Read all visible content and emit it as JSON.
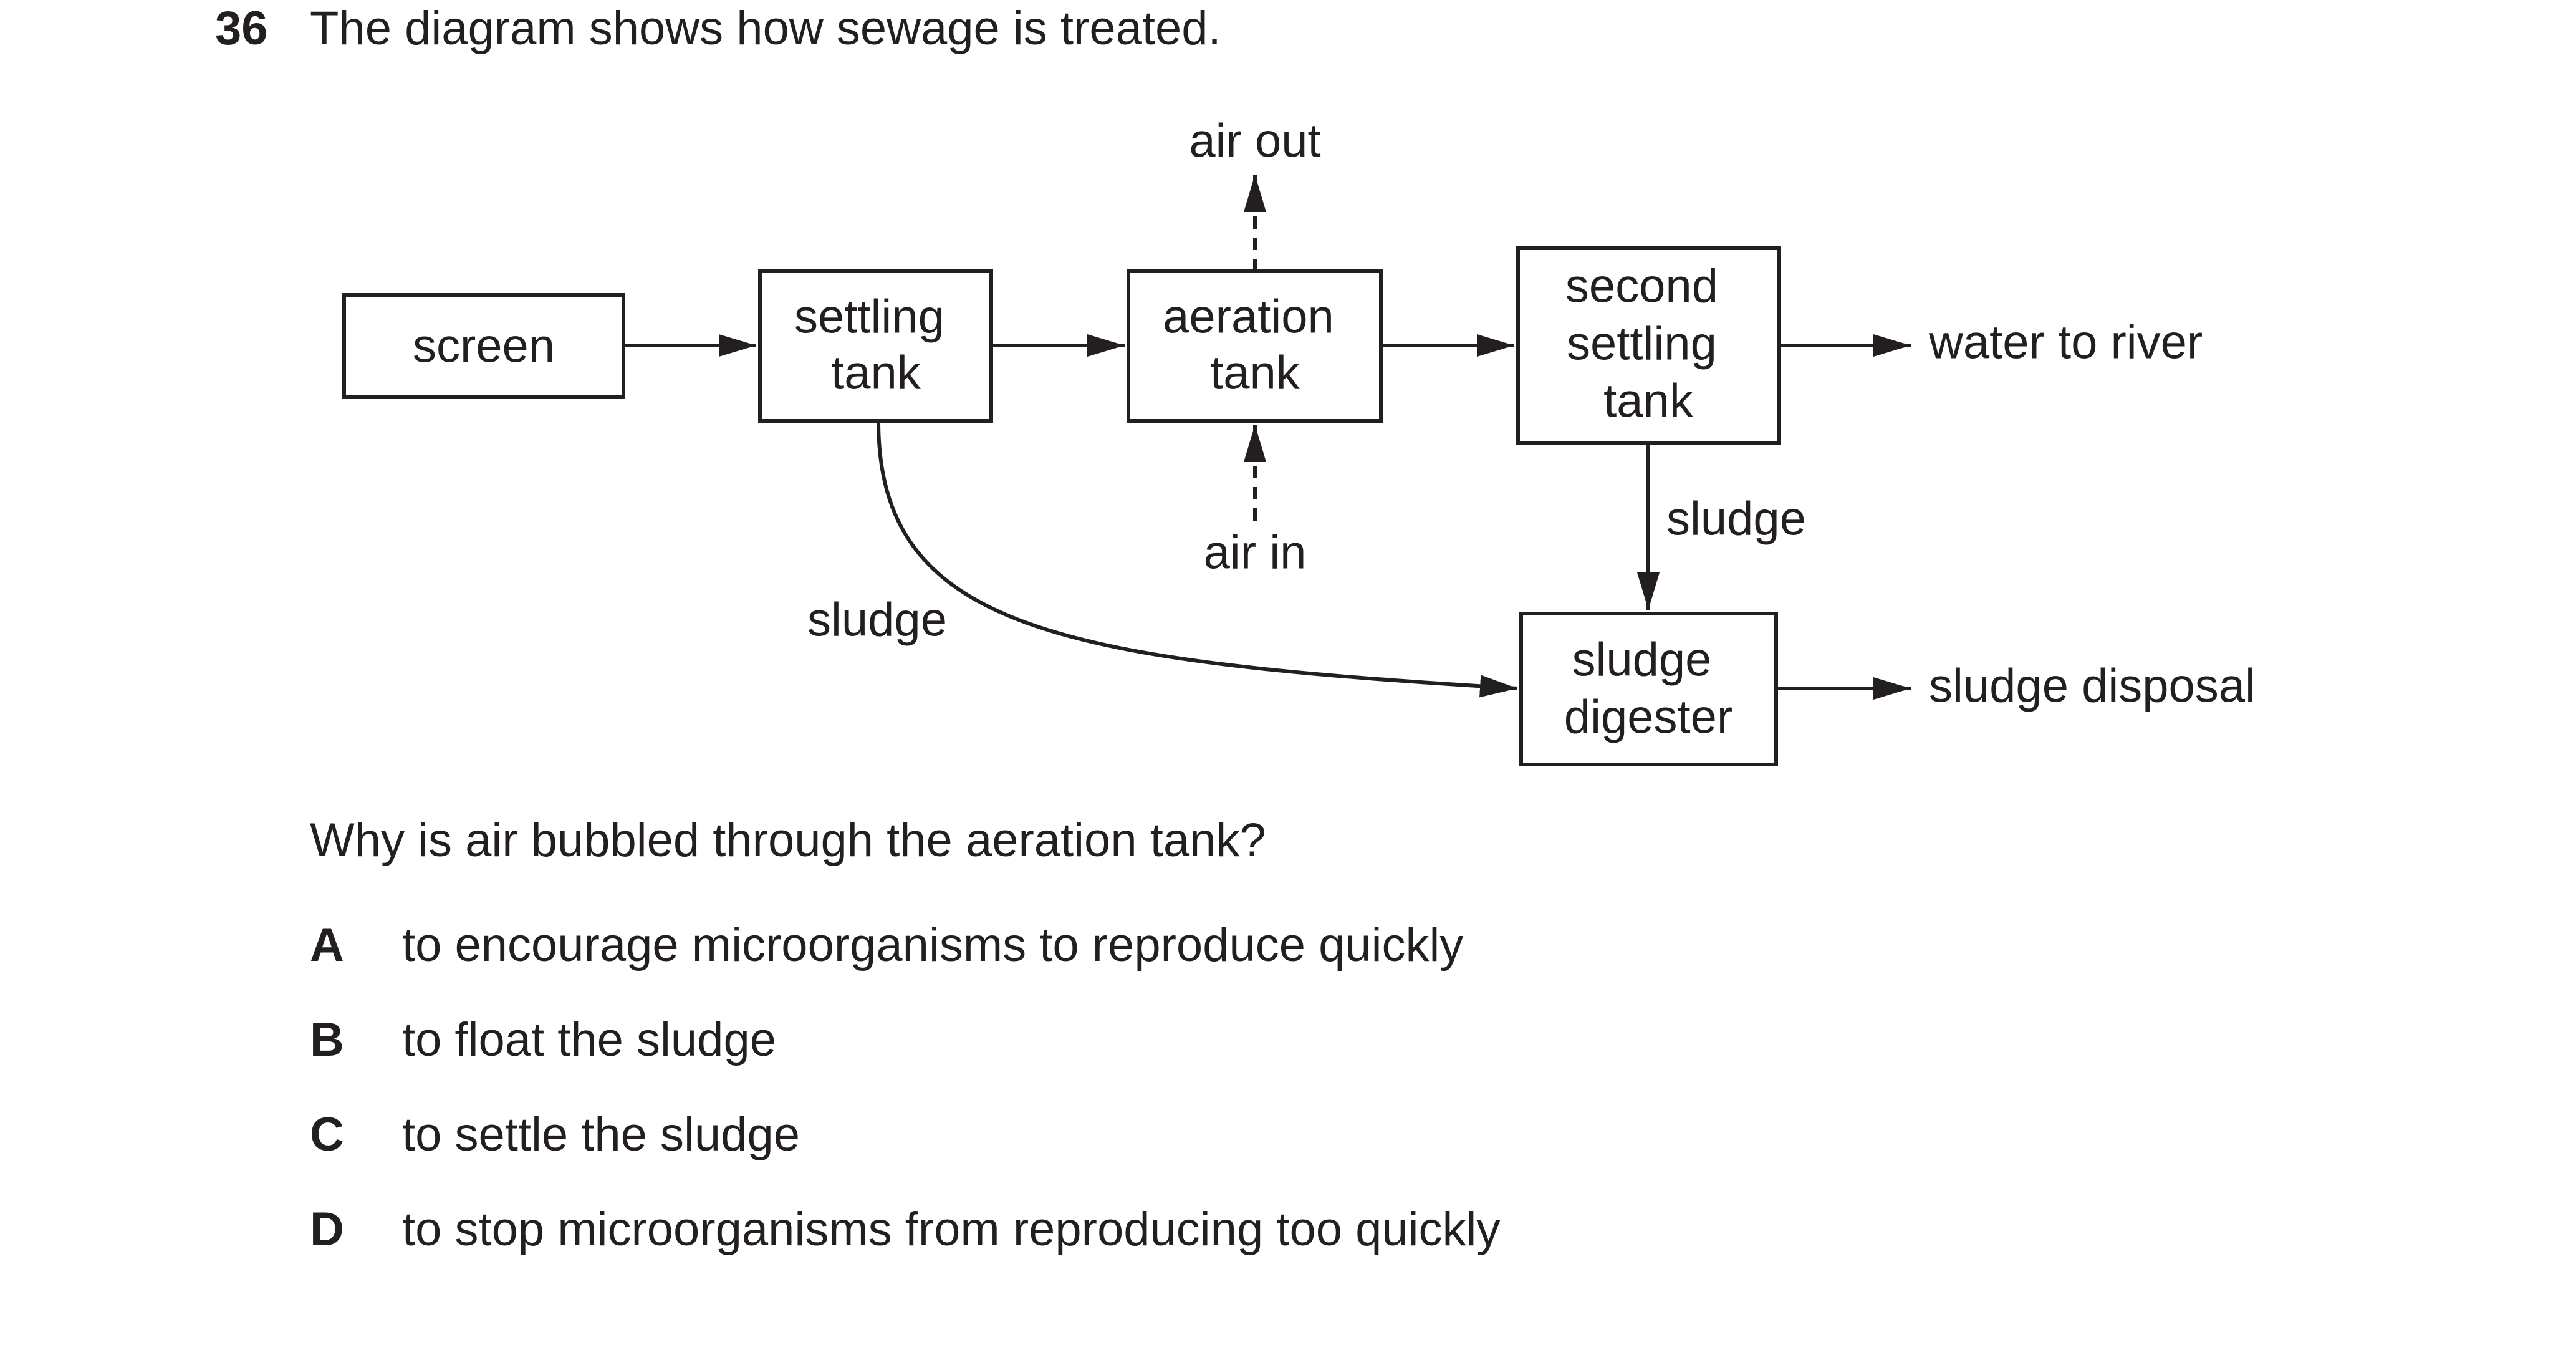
{
  "question": {
    "number": "36",
    "stem": "The diagram shows how sewage is treated.",
    "prompt": "Why is air bubbled through the aeration tank?",
    "options": [
      {
        "letter": "A",
        "text": "to encourage microorganisms to reproduce quickly"
      },
      {
        "letter": "B",
        "text": "to float the sludge"
      },
      {
        "letter": "C",
        "text": "to settle the sludge"
      },
      {
        "letter": "D",
        "text": "to stop microorganisms from reproducing too quickly"
      }
    ]
  },
  "diagram": {
    "boxes": {
      "screen": [
        "screen"
      ],
      "settling_tank": [
        "settling",
        "tank"
      ],
      "aeration_tank": [
        "aeration",
        "tank"
      ],
      "second_settling_tank": [
        "second",
        "settling",
        "tank"
      ],
      "sludge_digester": [
        "sludge",
        "digester"
      ]
    },
    "labels": {
      "air_out": "air out",
      "air_in": "air in",
      "water_to_river": "water to river",
      "sludge_from_settling": "sludge",
      "sludge_from_second": "sludge",
      "sludge_disposal": "sludge disposal"
    }
  }
}
